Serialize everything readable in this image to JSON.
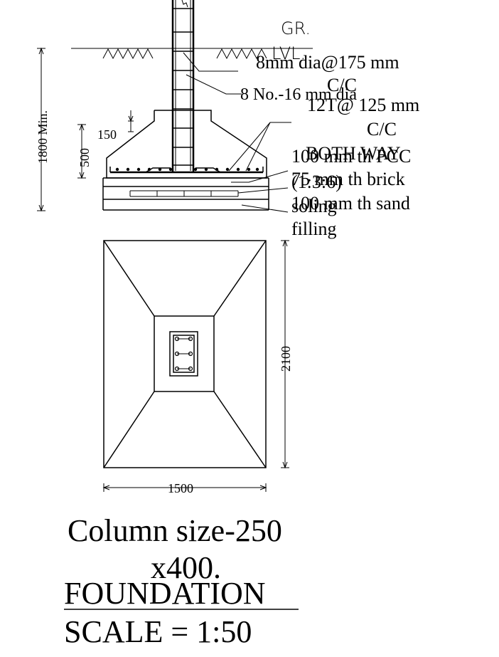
{
  "labels": {
    "ground_level_1": "GR.",
    "ground_level_2": "LVL.",
    "stirrups": "8mm dia@175  mm",
    "stirrups_cc": "C/C",
    "main_bars": "8 No.-16 mm dia",
    "mesh_1": "12T@ 125  mm",
    "mesh_2": "C/C",
    "pcc_1": "100 mm th PCC",
    "both_way": "BOTH WAY",
    "pcc_2": "(1:3:6)",
    "brick_1": "75  mm th brick",
    "brick_2": "soling",
    "sand_1": "100  mm th sand",
    "sand_2": "filling"
  },
  "dimensions": {
    "depth_min": "1800 Min.",
    "footing_depth": "500",
    "tapered_edge": "150",
    "plan_length": "2100",
    "plan_width": "1500"
  },
  "notes": {
    "column_size_1": "Column size-250",
    "column_size_2": "x400.",
    "title": "FOUNDATION",
    "scale": "SCALE  =  1:50"
  }
}
